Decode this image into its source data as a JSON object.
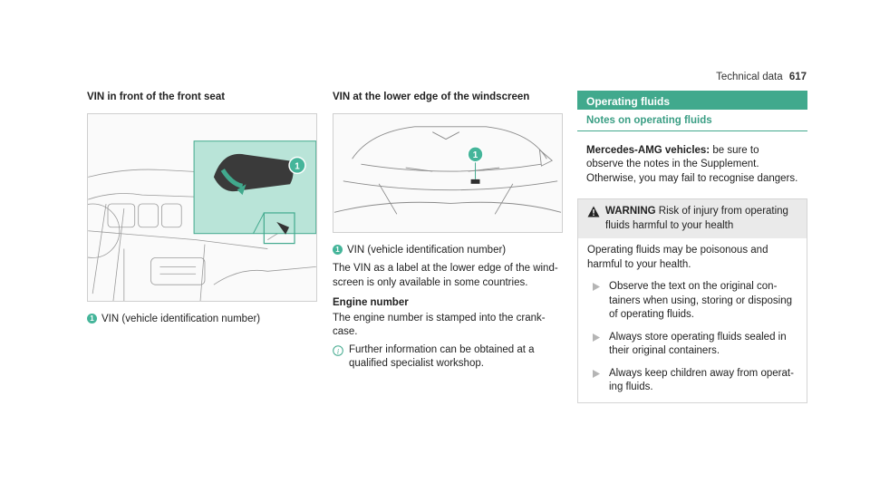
{
  "header": {
    "section": "Technical data",
    "page": "617"
  },
  "col1": {
    "heading": "VIN in front of the front seat",
    "badge": "1",
    "caption": "VIN (vehicle identification number)"
  },
  "col2": {
    "heading": "VIN at the lower edge of the windscreen",
    "badge": "1",
    "caption": "VIN (vehicle identification number)",
    "para1": "The VIN as a label at the lower edge of the wind­screen is only available in some countries.",
    "engine_heading": "Engine number",
    "engine_text": "The engine number is stamped into the crank­case.",
    "info_text": "Further information can be obtained at a qualified specialist workshop."
  },
  "col3": {
    "band_title": "Operating fluids",
    "sub_title": "Notes on operating fluids",
    "intro_bold": "Mercedes-AMG vehicles:",
    "intro_text": " be sure to observe the notes in the Supplement. Otherwise, you may fail to recognise dangers.",
    "warning_label": "WARNING",
    "warning_text": " Risk of injury from operating fluids harmful to your health",
    "warning_body": "Operating fluids may be poisonous and harm­ful to your health.",
    "bullets": [
      "Observe the text on the original con­tainers when using, storing or disposing of operating fluids.",
      "Always store operating fluids sealed in their original containers.",
      "Always keep children away from operat­ing fluids."
    ]
  },
  "colors": {
    "accent": "#41a98d",
    "badge": "#45b59a",
    "warn_bg": "#eaeaea"
  }
}
